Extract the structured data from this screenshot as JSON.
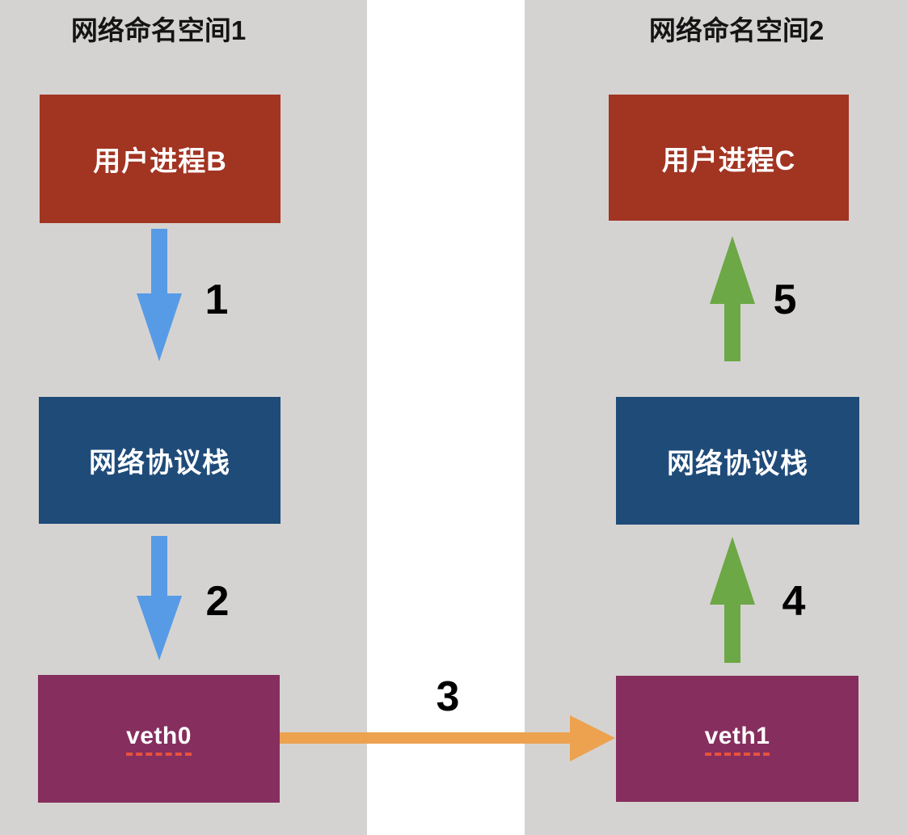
{
  "diagram": {
    "namespace1": {
      "title": "网络命名空间1",
      "user_process_label": "用户进程B",
      "network_stack_label": "网络协议栈",
      "veth_label": "veth0"
    },
    "namespace2": {
      "title": "网络命名空间2",
      "user_process_label": "用户进程C",
      "network_stack_label": "网络协议栈",
      "veth_label": "veth1"
    },
    "step_labels": {
      "step1": "1",
      "step2": "2",
      "step3": "3",
      "step4": "4",
      "step5": "5"
    },
    "icons": {
      "step1": "down-arrow",
      "step2": "down-arrow",
      "step3": "right-arrow",
      "step4": "up-arrow",
      "step5": "up-arrow"
    },
    "colors": {
      "user_process_box": "#A23422",
      "network_stack_box": "#1F4B79",
      "veth_box": "#862E5E",
      "down_arrow": "#579BE6",
      "up_arrow": "#6CA845",
      "cross_namespace_arrow": "#ECA24F",
      "column_background": "#D5D3D1",
      "veth_underline": "#E8523C",
      "step_label_text": "#000000"
    }
  }
}
